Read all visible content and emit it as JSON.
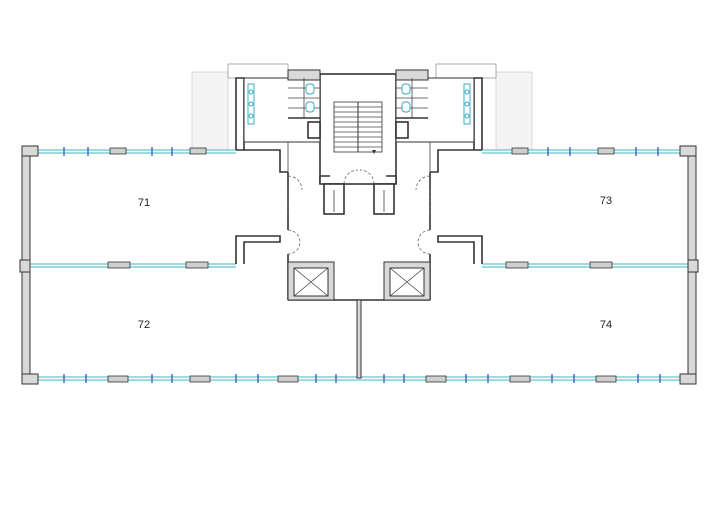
{
  "plan": {
    "rooms": [
      {
        "id": "room-71",
        "label": "71"
      },
      {
        "id": "room-72",
        "label": "72"
      },
      {
        "id": "room-73",
        "label": "73"
      },
      {
        "id": "room-74",
        "label": "74"
      }
    ]
  },
  "colors": {
    "wall": "#333333",
    "wall_fill": "#d9d9d9",
    "glazing": "#3fb3c9",
    "mullion": "#2b4fa8",
    "fixture": "#2aa7bf"
  }
}
